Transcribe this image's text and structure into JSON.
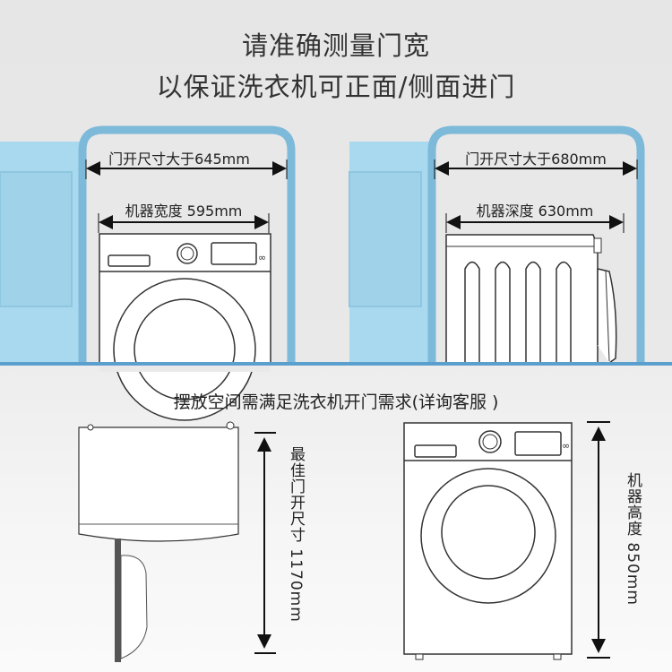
{
  "header": {
    "line1": "请准确测量门宽",
    "line2": "以保证洗衣机可正面/侧面进门"
  },
  "front_panel": {
    "door_label": "门开尺寸大于645mm",
    "machine_label": "机器宽度 595mm"
  },
  "side_panel": {
    "door_label": "门开尺寸大于680mm",
    "machine_label": "机器深度 630mm"
  },
  "bottom": {
    "subtitle": "摆放空间需满足洗衣机开门需求(详询客服 )",
    "door_height_label": "最佳门开尺寸 1170mm",
    "machine_height_label": "机器高度 850mm"
  },
  "colors": {
    "wall": "#a9d9ee",
    "frame": "#7db9d9",
    "floor": "#5b9fcf"
  }
}
